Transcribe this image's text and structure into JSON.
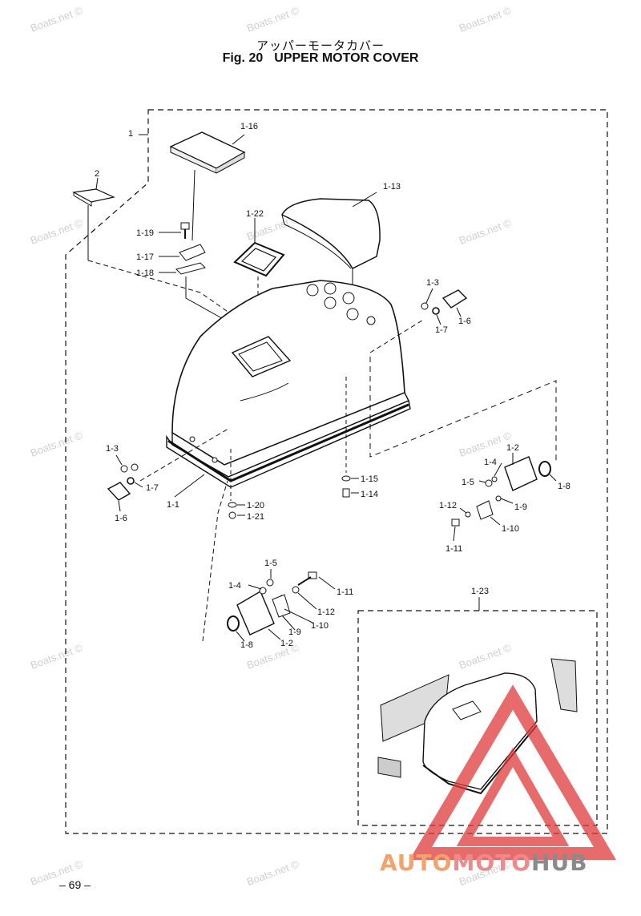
{
  "header": {
    "title_jp": "アッパーモータカバー",
    "fig_number": "Fig. 20",
    "title_en": "UPPER MOTOR COVER"
  },
  "page_number": "– 69 –",
  "watermark_text": "Boats.net ©",
  "brand": {
    "part1": "AUTO",
    "part2": "MOTO",
    "part3": "HUB"
  },
  "colors": {
    "line": "#111111",
    "watermark": "#cfcfcf",
    "brand_red": "#e03a3a",
    "brand_orange": "#f1a36a"
  },
  "part_labels": {
    "p1": "1",
    "p2": "2",
    "p1_16": "1-16",
    "p1_13": "1-13",
    "p1_22": "1-22",
    "p1_19": "1-19",
    "p1_17": "1-17",
    "p1_18": "1-18",
    "p1_3a": "1-3",
    "p1_6a": "1-6",
    "p1_7a": "1-7",
    "p1_3b": "1-3",
    "p1_7b": "1-7",
    "p1_6b": "1-6",
    "p1_1": "1-1",
    "p1_20": "1-20",
    "p1_21": "1-21",
    "p1_15": "1-15",
    "p1_14": "1-14",
    "p1_2a": "1-2",
    "p1_4a": "1-4",
    "p1_5a": "1-5",
    "p1_8a": "1-8",
    "p1_12a": "1-12",
    "p1_9a": "1-9",
    "p1_10a": "1-10",
    "p1_11a": "1-11",
    "p1_5b": "1-5",
    "p1_4b": "1-4",
    "p1_11b": "1-11",
    "p1_12b": "1-12",
    "p1_10b": "1-10",
    "p1_9b": "1-9",
    "p1_8b": "1-8",
    "p1_2b": "1-2",
    "p1_23": "1-23"
  }
}
